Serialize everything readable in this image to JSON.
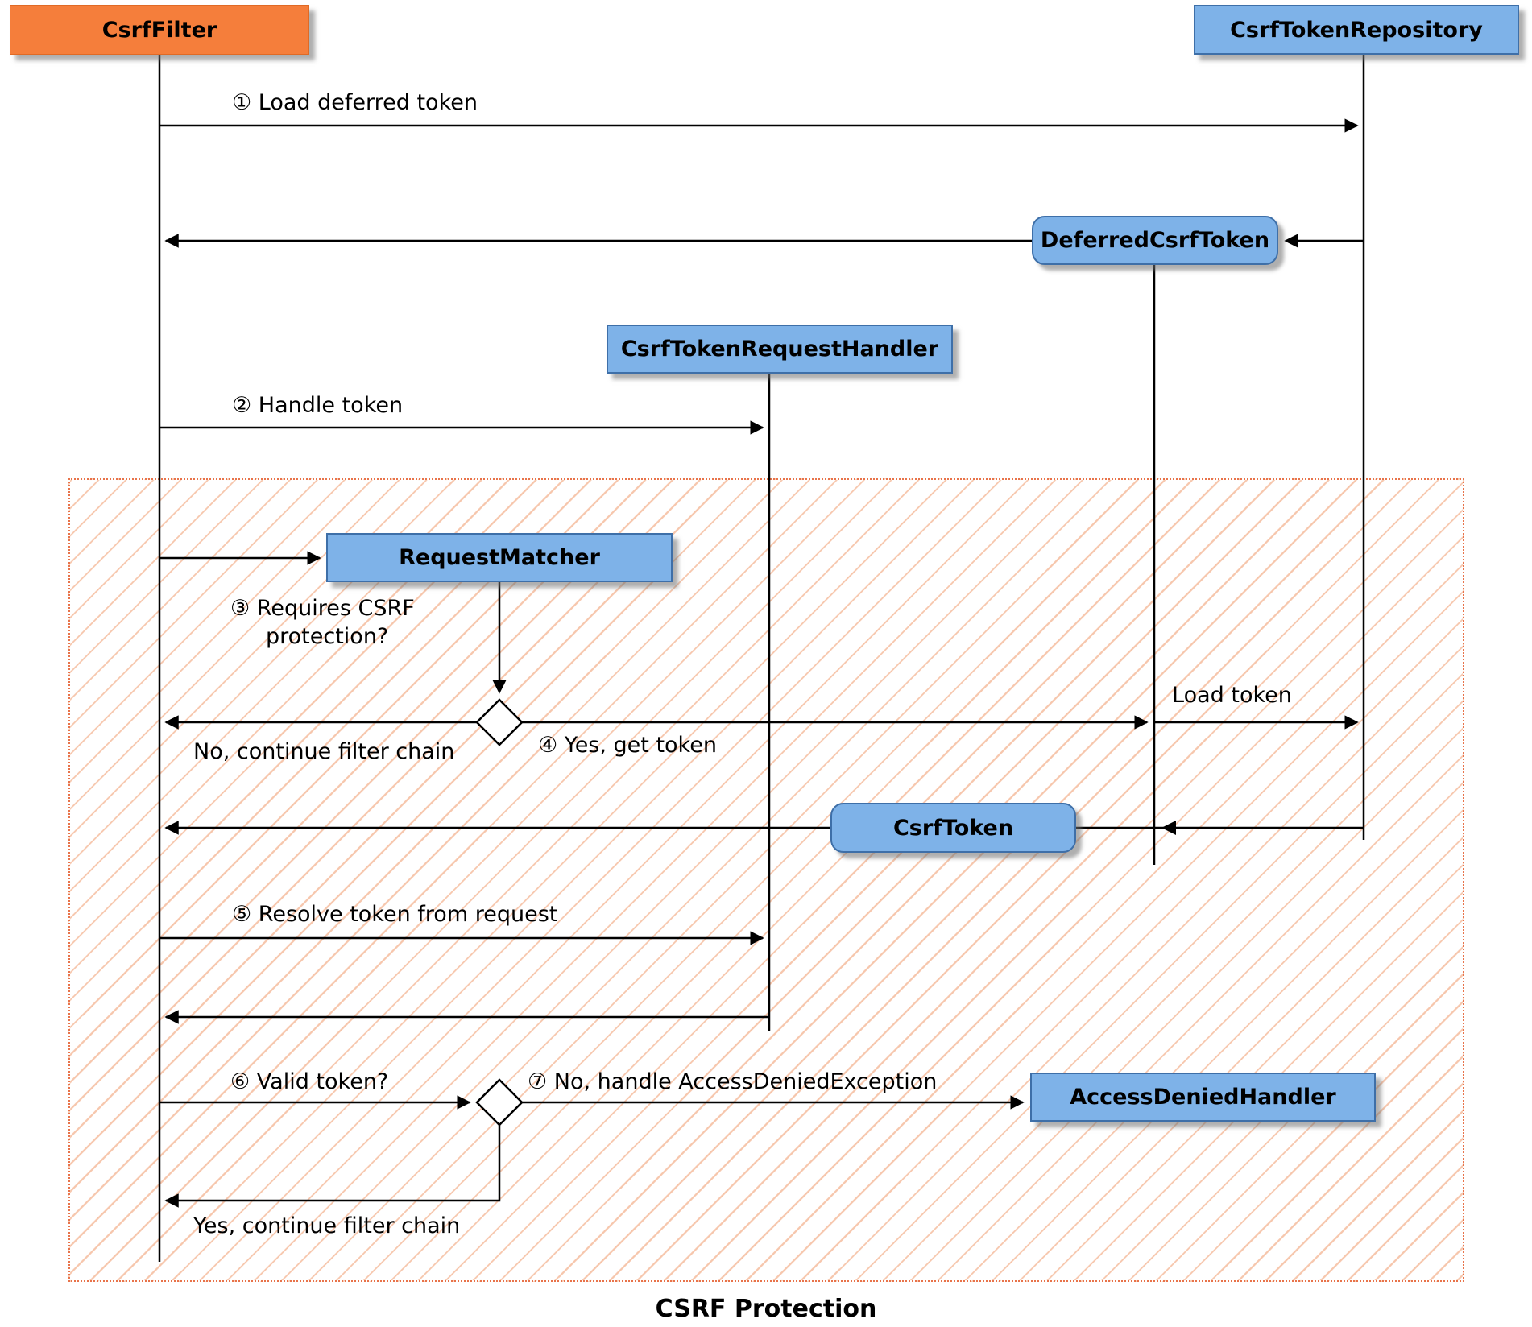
{
  "diagram_title": "CSRF Protection",
  "nodes": {
    "csrf_filter": "CsrfFilter",
    "csrf_token_repository": "CsrfTokenRepository",
    "deferred_csrf_token": "DeferredCsrfToken",
    "csrf_token_request_handler": "CsrfTokenRequestHandler",
    "request_matcher": "RequestMatcher",
    "csrf_token": "CsrfToken",
    "access_denied_handler": "AccessDeniedHandler"
  },
  "messages": {
    "m1": "① Load deferred token",
    "m2": "② Handle token",
    "m3": "③ Requires CSRF protection?",
    "m4": "④ Yes, get token",
    "m5": "⑤ Resolve token from request",
    "m6": "⑥ Valid token?",
    "m7": "⑦ No, handle AccessDeniedException",
    "no_continue": "No, continue filter chain",
    "load_token": "Load token",
    "yes_continue": "Yes, continue filter chain"
  },
  "colors": {
    "actor_orange": "#F57E3B",
    "node_blue": "#7EB2E8",
    "node_border_blue": "#3E6FA8",
    "hatch_orange": "#EE8E5A",
    "region_border_orange": "#E8734A",
    "arrow_black": "#000000"
  }
}
